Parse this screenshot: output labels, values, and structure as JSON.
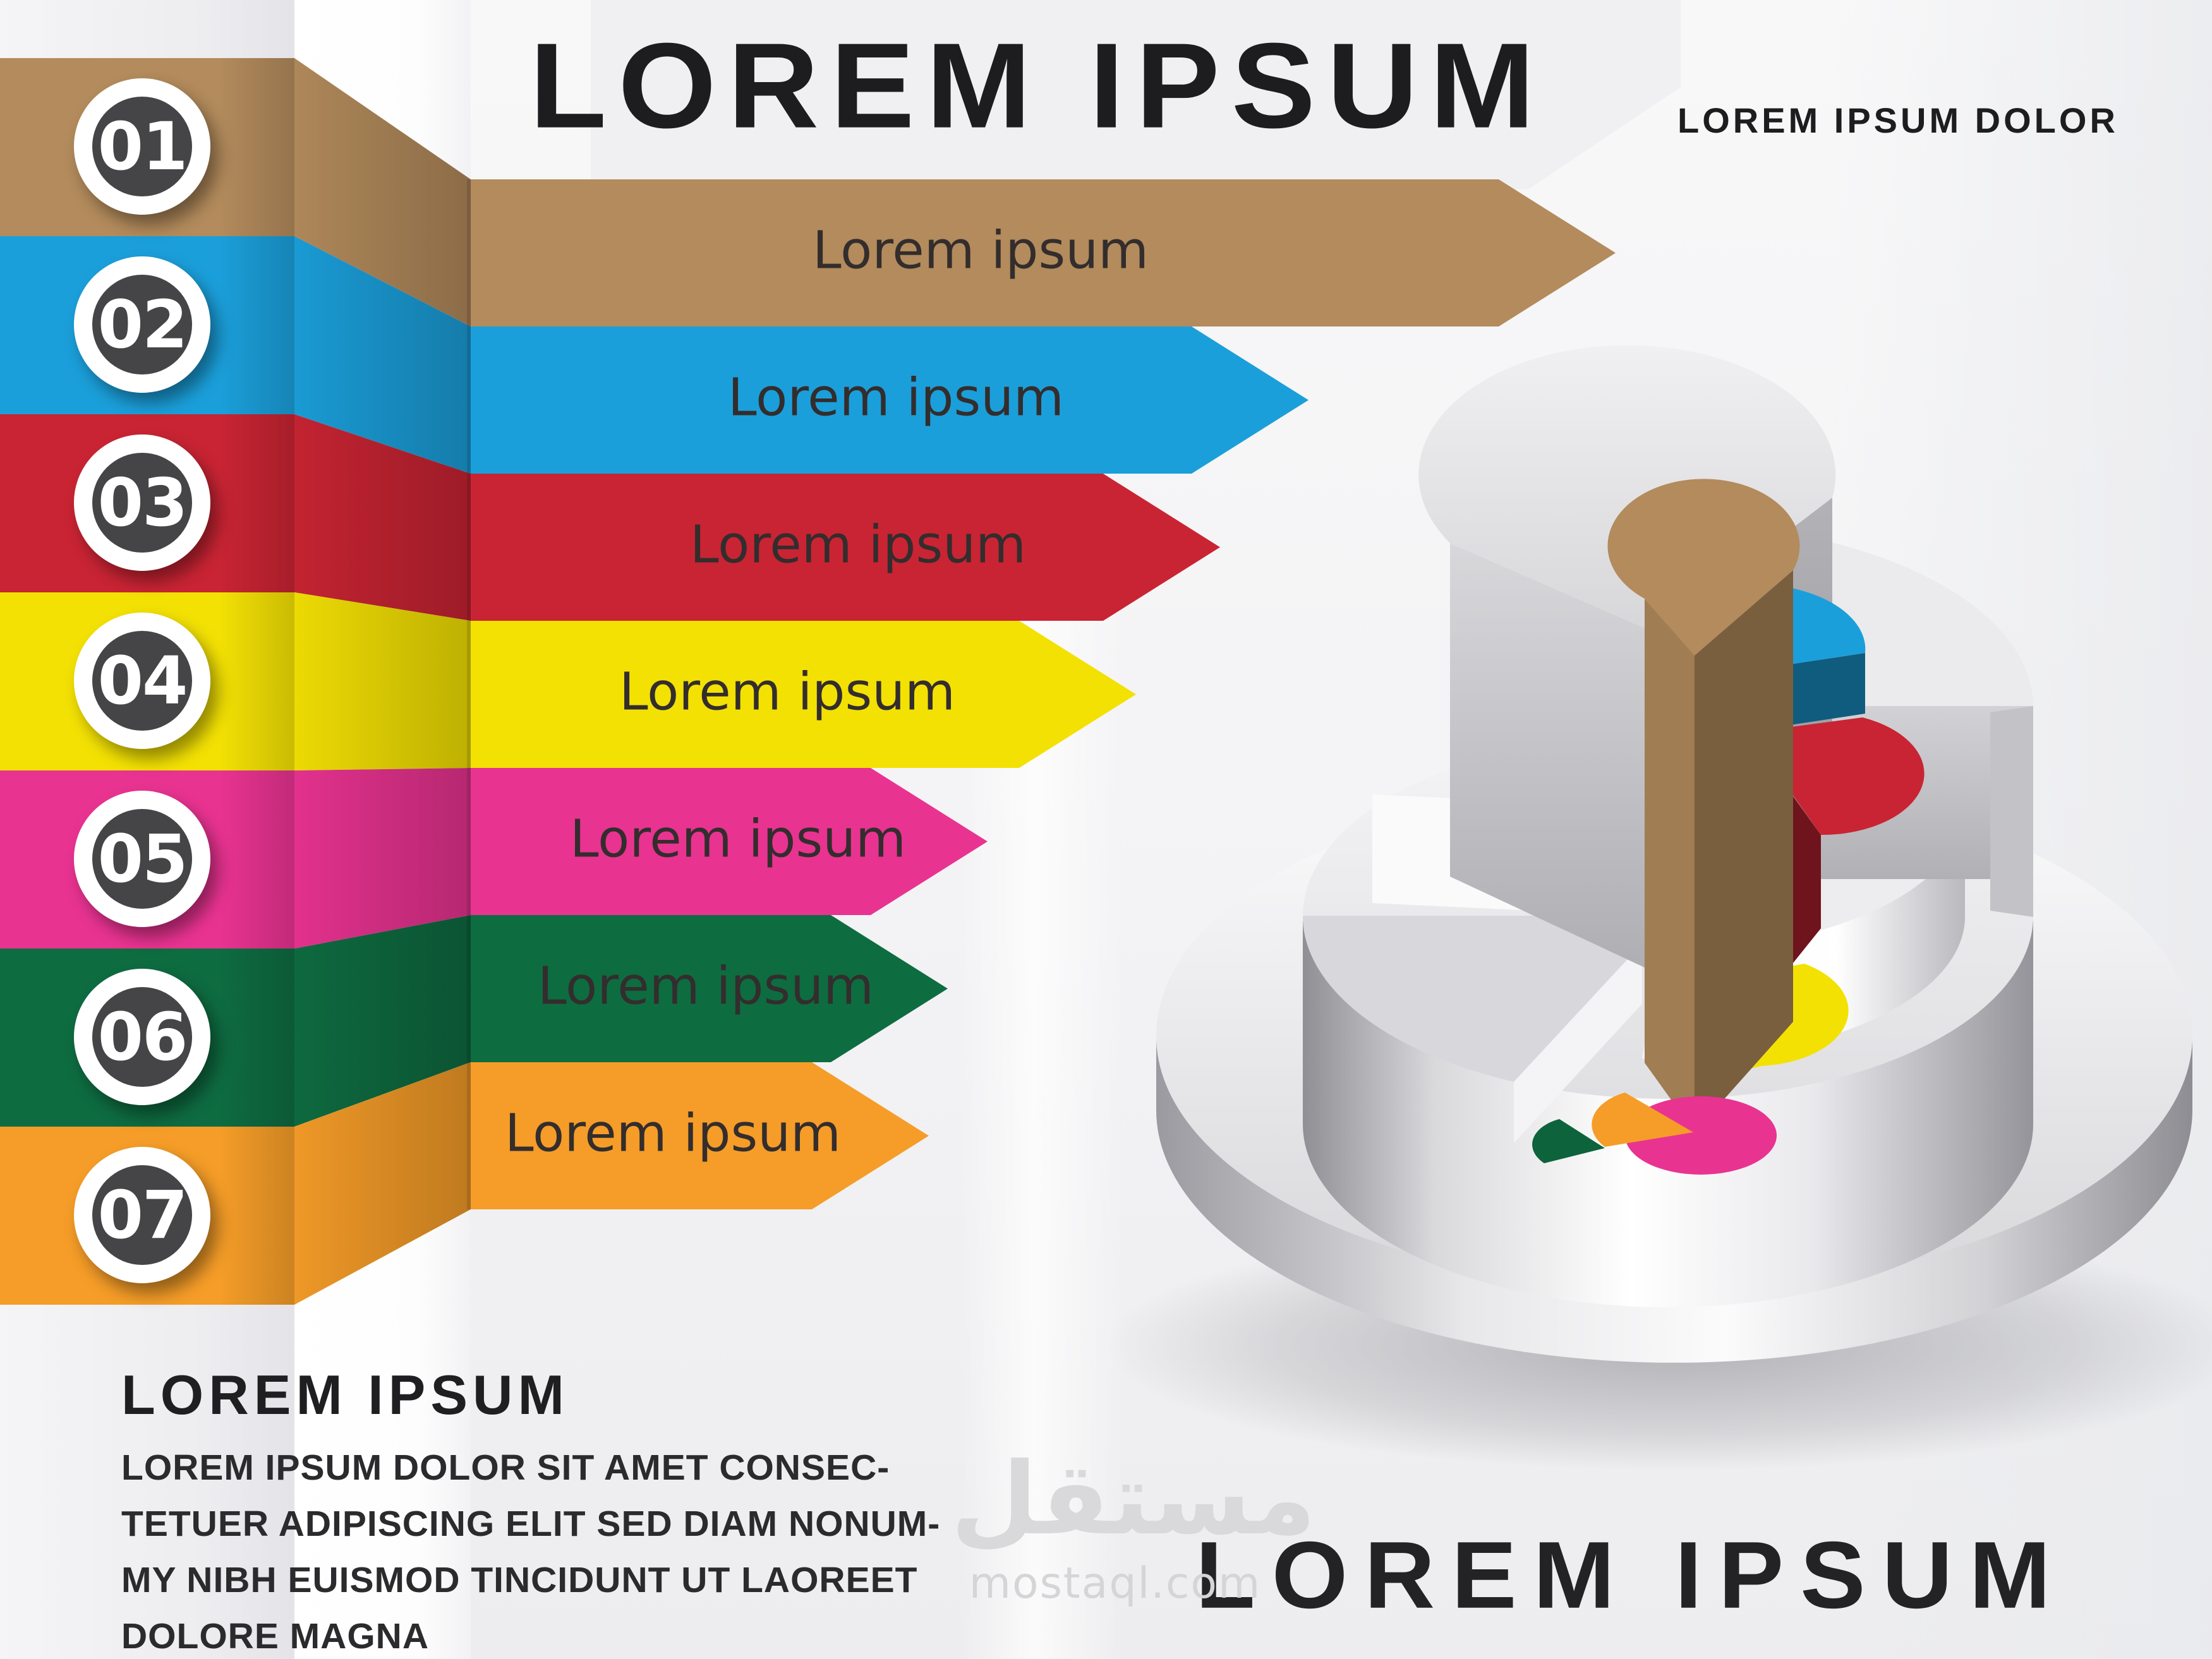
{
  "header": {
    "title": "LOREM IPSUM",
    "subtitle": "LOREM IPSUM DOLOR"
  },
  "steps": [
    {
      "number": "01",
      "label": "Lorem ipsum",
      "color": "#b38b5c"
    },
    {
      "number": "02",
      "label": "Lorem ipsum",
      "color": "#1b9fda"
    },
    {
      "number": "03",
      "label": "Lorem ipsum",
      "color": "#c92433"
    },
    {
      "number": "04",
      "label": "Lorem ipsum",
      "color": "#f3e104"
    },
    {
      "number": "05",
      "label": "Lorem ipsum",
      "color": "#e93391"
    },
    {
      "number": "06",
      "label": "Lorem ipsum",
      "color": "#0e6c41"
    },
    {
      "number": "07",
      "label": "Lorem ipsum",
      "color": "#f59d28"
    }
  ],
  "footer_left": {
    "heading": "LOREM IPSUM",
    "paragraph_lines": [
      "LOREM IPSUM DOLOR SIT AMET  CONSEC-",
      "TETUER ADIPISCING ELIT  SED DIAM NONUM-",
      "MY NIBH EUISMOD TINCIDUNT UT LAOREET",
      "DOLORE MAGNA"
    ]
  },
  "footer_right": {
    "text": "LOREM IPSUM"
  },
  "watermark": {
    "arabic": "مستقل",
    "latin": "mostaql.com"
  },
  "illustration": {
    "name": "3d-stepped-pie-chart",
    "description": "White 3D stepped pie cylinder on round platter with tall gray quarter pillar, central brown column and small colored slices",
    "gray_tones": [
      "#f6f6f8",
      "#ebebed",
      "#c2c2c7",
      "#9a9aa0"
    ]
  },
  "colors": {
    "title_text": "#1d1d1f",
    "body_text": "#2b2b2d",
    "arrow_label_text": "#332d2d",
    "badge_ring": "#ffffff",
    "badge_disc": "#454547",
    "badge_number": "#ffffff",
    "panel": "#f0f0f2",
    "watermark": "#d9d9dc"
  }
}
